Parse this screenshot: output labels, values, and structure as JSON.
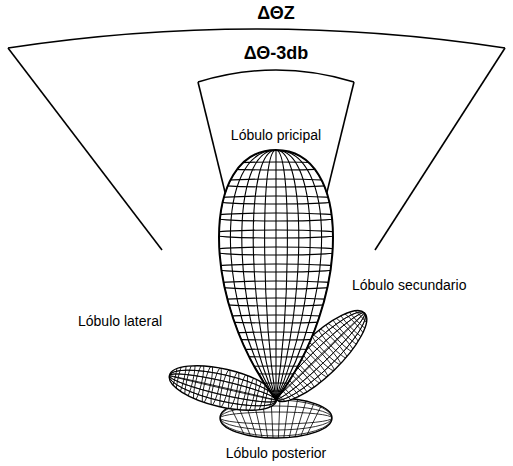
{
  "diagram": {
    "labels": [
      "ΔΘZ",
      "ΔΘ-3db",
      "Lóbulo pricipal",
      "Lóbulo lateral",
      "Lóbulo secundario",
      "Lóbulo posterior"
    ]
  }
}
